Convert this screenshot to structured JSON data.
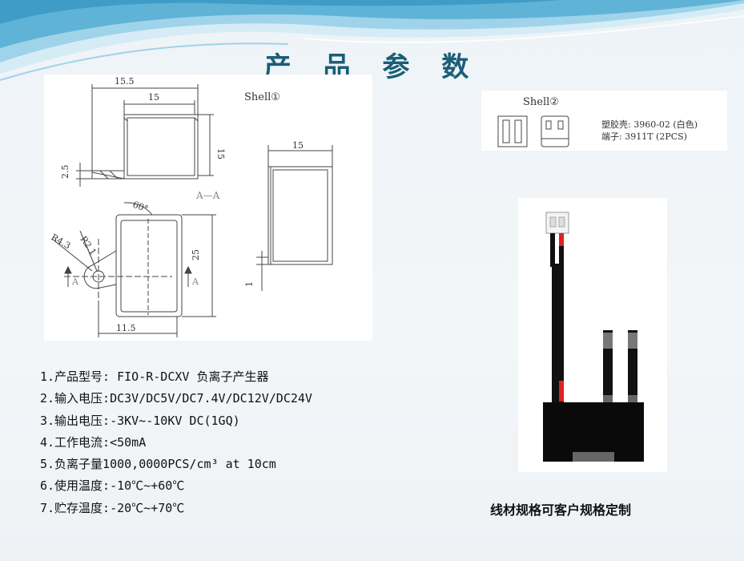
{
  "page": {
    "title": "产 品 参 数"
  },
  "drawing": {
    "shell1_label": "Shell①",
    "dim_top_outer": "15.5",
    "dim_top_inner": "15",
    "dim_side_height": "15",
    "dim_left_small": "2.5",
    "section_label": "A—A",
    "dim_angle": "60°",
    "dim_r21": "R2.1",
    "dim_r43": "R4.3",
    "dim_right_top": "15",
    "dim_height_25": "25",
    "dim_bottom": "11.5",
    "dim_small_1": "1",
    "section_mark_left": "A",
    "section_mark_right": "A"
  },
  "shell2": {
    "label": "Shell②",
    "line1": "塑胶壳: 3960-02 (白色)",
    "line2": "端子: 3911T (2PCS)"
  },
  "specs": [
    "1.产品型号: FIO-R-DCXV 负离子产生器",
    "2.输入电压:DC3V/DC5V/DC7.4V/DC12V/DC24V",
    "3.输出电压:-3KV~-10KV DC(1GQ)",
    "4.工作电流:<50mA",
    "5.负离子量1000,0000PCS/cm³ at 10cm",
    "6.使用温度:-10℃~+60℃",
    "7.贮存温度:-20℃~+70℃"
  ],
  "caption": "线材规格可客户规格定制",
  "colors": {
    "title": "#1a5e78",
    "wave": "#5fb3d6"
  }
}
